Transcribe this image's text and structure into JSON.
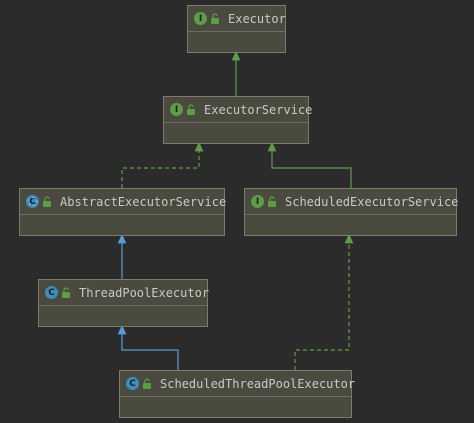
{
  "diagram": {
    "nodes": [
      {
        "id": "executor",
        "label": "Executor",
        "kind": "interface",
        "badge": "I"
      },
      {
        "id": "executor-service",
        "label": "ExecutorService",
        "kind": "interface",
        "badge": "I"
      },
      {
        "id": "abstract-executor-service",
        "label": "AbstractExecutorService",
        "kind": "abstract",
        "badge": "C"
      },
      {
        "id": "scheduled-executor-service",
        "label": "ScheduledExecutorService",
        "kind": "interface",
        "badge": "I"
      },
      {
        "id": "thread-pool-executor",
        "label": "ThreadPoolExecutor",
        "kind": "class",
        "badge": "C"
      },
      {
        "id": "scheduled-thread-pool-executor",
        "label": "ScheduledThreadPoolExecutor",
        "kind": "class",
        "badge": "C"
      }
    ],
    "edges": [
      {
        "from": "executor-service",
        "to": "executor",
        "type": "extends-interface"
      },
      {
        "from": "abstract-executor-service",
        "to": "executor-service",
        "type": "implements"
      },
      {
        "from": "scheduled-executor-service",
        "to": "executor-service",
        "type": "extends-interface"
      },
      {
        "from": "thread-pool-executor",
        "to": "abstract-executor-service",
        "type": "extends-class"
      },
      {
        "from": "scheduled-thread-pool-executor",
        "to": "thread-pool-executor",
        "type": "extends-class"
      },
      {
        "from": "scheduled-thread-pool-executor",
        "to": "scheduled-executor-service",
        "type": "implements"
      }
    ],
    "colors": {
      "interface_edge": "#5f9c4a",
      "class_edge": "#5a9bd6",
      "interface_badge": "#5f9c4a",
      "class_badge": "#3e8ebd",
      "node_fill": "#4a4a3f",
      "background": "#2b2b2b"
    },
    "icons": {
      "interface": "interface-icon",
      "class": "class-icon",
      "abstract": "abstract-class-icon",
      "visibility": "unlocked-icon"
    }
  }
}
